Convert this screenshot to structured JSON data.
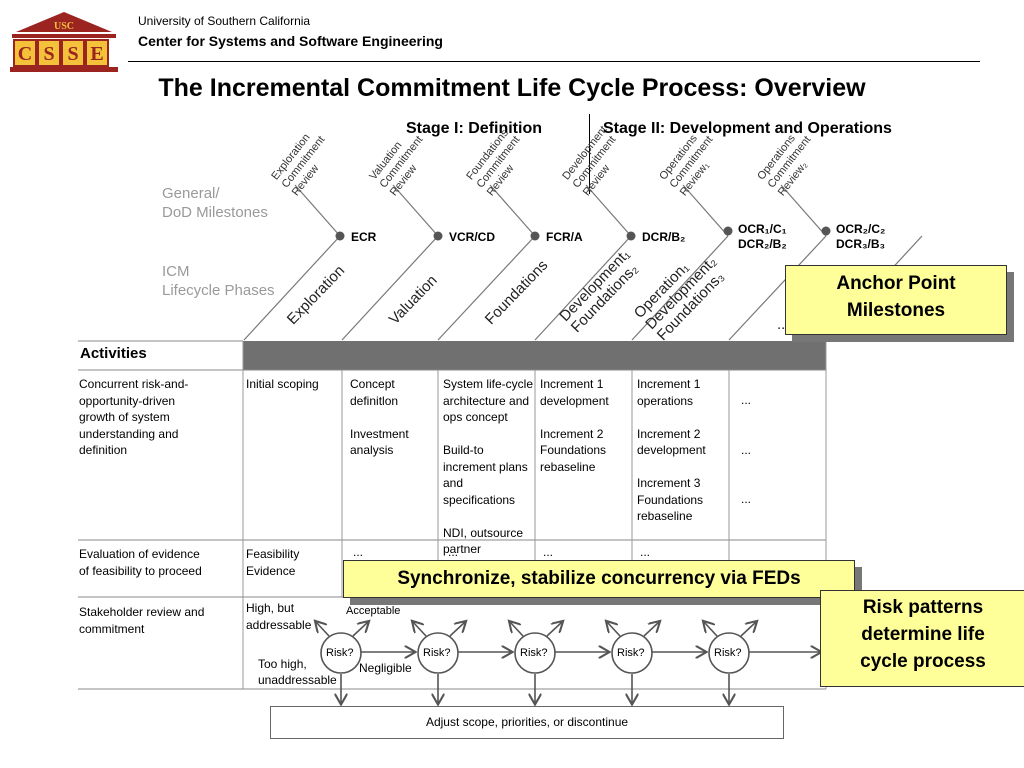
{
  "header": {
    "logo_text": "USC",
    "logo_letters": [
      "C",
      "S",
      "S",
      "E"
    ],
    "org_line1": "University of Southern California",
    "org_line2": "Center for Systems and Software Engineering"
  },
  "title": "The Incremental Commitment Life Cycle Process:  Overview",
  "stages": {
    "stage1": "Stage I: Definition",
    "stage2": "Stage II: Development and Operations"
  },
  "row_labels": {
    "milestones": [
      "General/",
      "DoD Milestones"
    ],
    "phases": [
      "ICM",
      "Lifecycle Phases"
    ]
  },
  "reviews": [
    {
      "lines": [
        "Exploration",
        "Commitment",
        "Review"
      ],
      "milestone": "ECR"
    },
    {
      "lines": [
        "Valuation",
        "Commitment",
        "Review"
      ],
      "milestone": "VCR/CD"
    },
    {
      "lines": [
        "Foundations",
        "Commitment",
        "Review"
      ],
      "milestone": "FCR/A"
    },
    {
      "lines": [
        "Development",
        "Commitment",
        "Review"
      ],
      "milestone": "DCR/B₂"
    },
    {
      "lines": [
        "Operations",
        "Commitment",
        "Review₁"
      ],
      "milestone": "OCR₁/C₁",
      "milestone2": "DCR₂/B₂"
    },
    {
      "lines": [
        "Operations",
        "Commitment",
        "Review₂"
      ],
      "milestone": "OCR₂/C₂",
      "milestone2": "DCR₃/B₃"
    }
  ],
  "phases": [
    {
      "lines": [
        "Exploration"
      ]
    },
    {
      "lines": [
        "Valuation"
      ]
    },
    {
      "lines": [
        "Foundations"
      ]
    },
    {
      "lines": [
        "Development₁",
        "Foundations₂"
      ]
    },
    {
      "lines": [
        "Operation₁",
        "Development₂",
        "Foundations₃"
      ]
    },
    {
      "lines": [
        "..."
      ]
    }
  ],
  "activities": {
    "title": "Activities",
    "rows": [
      {
        "label": "Concurrent risk-and-\nopportunity-driven\ngrowth of system\nunderstanding and\ndefinition",
        "cells": [
          "Initial scoping",
          "Concept\ndefinitlon\n\nInvestment\nanalysis",
          "System life-cycle\narchitecture and\nops concept\n\nBuild-to\nincrement plans\nand specifications\n\nNDI, outsource\npartner selections",
          "Increment 1\ndevelopment\n\nIncrement 2\nFoundations\nrebaseline",
          "Increment 1\noperations\n\nIncrement 2\ndevelopment\n\nIncrement 3\nFoundations\nrebaseline",
          "...\n\n\n...\n\n\n..."
        ]
      },
      {
        "label": "Evaluation of evidence\nof feasibility to proceed",
        "cells": [
          "Feasibility\nEvidence",
          "...",
          "...",
          "...",
          "...",
          ""
        ]
      },
      {
        "label": "Stakeholder review and\ncommitment",
        "cells": [
          "High, but\naddressable",
          "Acceptable",
          "",
          "",
          "",
          ""
        ]
      }
    ]
  },
  "risk": {
    "node_label": "Risk?",
    "too_high": "Too high,\nunaddressable",
    "negligible": "Negligible",
    "adjust": "Adjust scope, priorities, or discontinue"
  },
  "callouts": {
    "anchor": "Anchor Point\nMilestones",
    "sync": "Synchronize, stabilize concurrency via FEDs",
    "risk_patterns": "Risk patterns\ndetermine life\ncycle process"
  }
}
